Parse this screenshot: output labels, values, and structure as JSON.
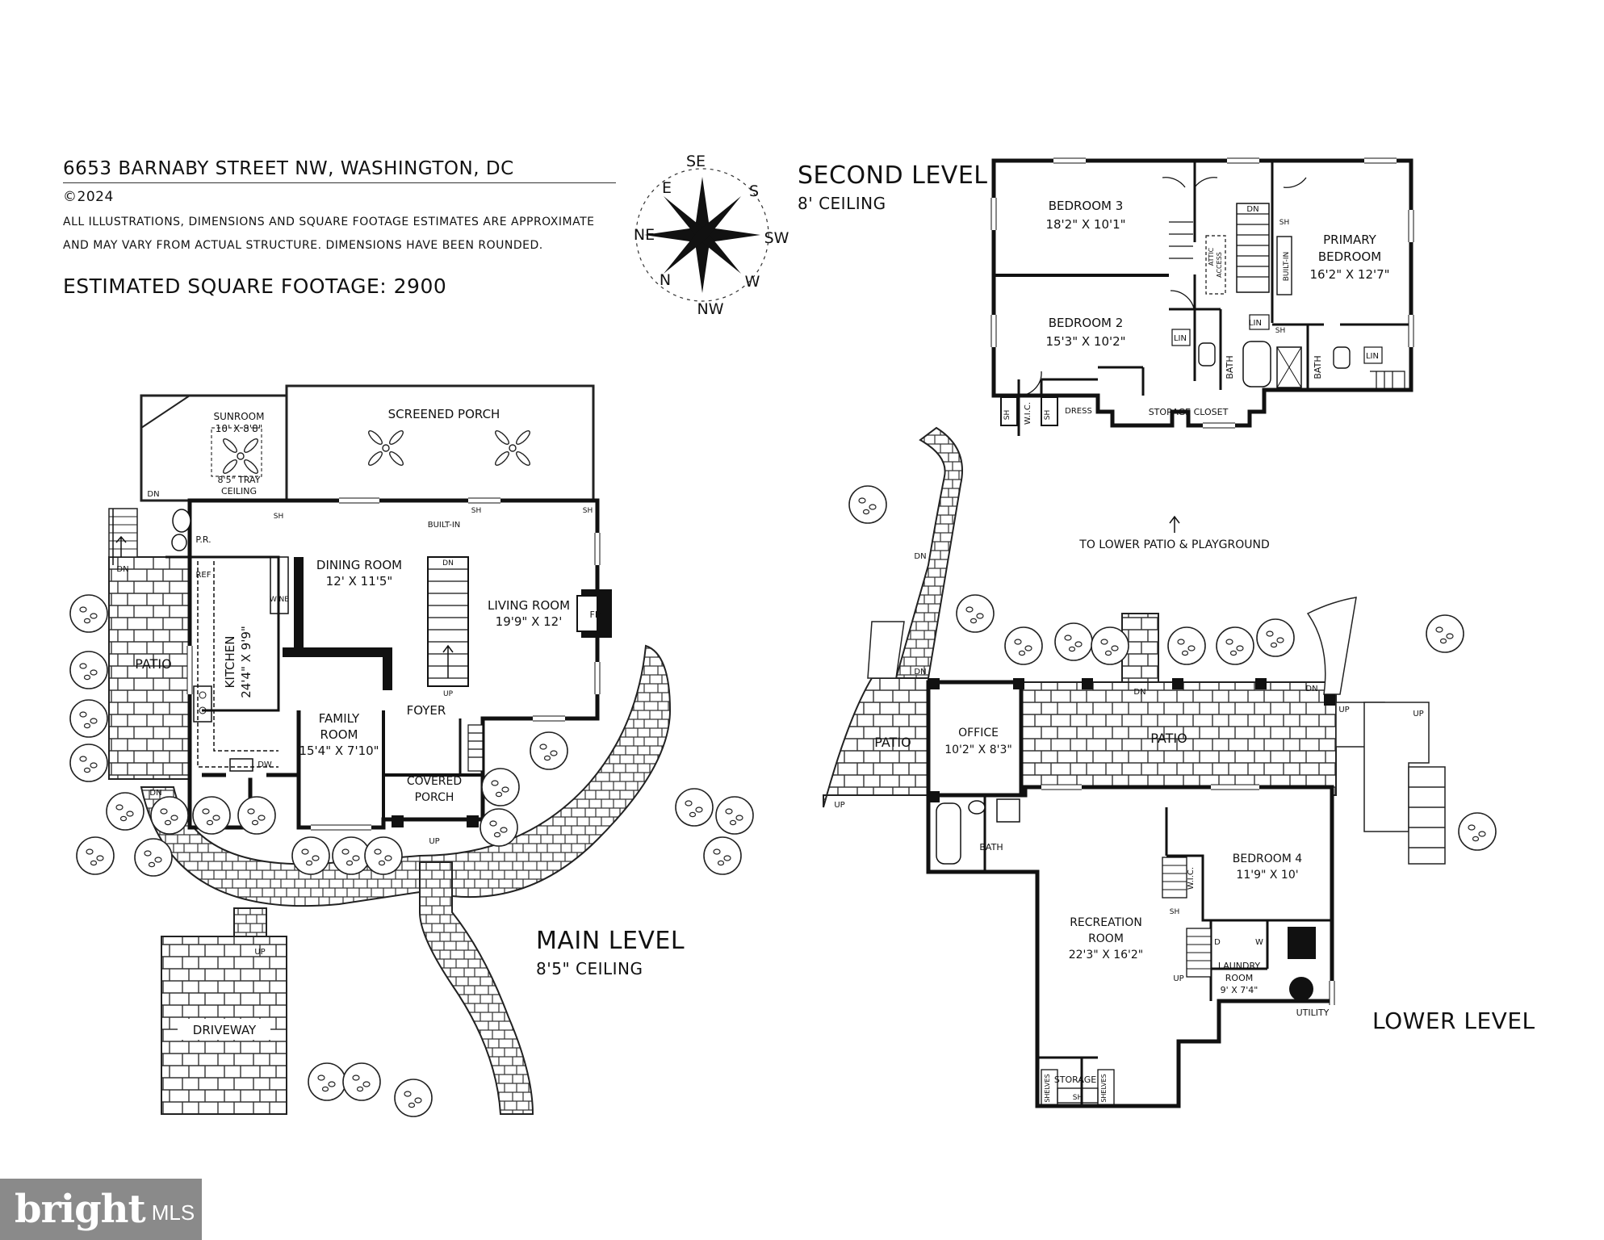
{
  "header": {
    "address": "6653 BARNABY STREET NW, WASHINGTON, DC",
    "copyright": "©2024",
    "disclaimer_line1": "ALL ILLUSTRATIONS, DIMENSIONS AND SQUARE FOOTAGE ESTIMATES ARE APPROXIMATE",
    "disclaimer_line2": "AND MAY VARY FROM ACTUAL STRUCTURE. DIMENSIONS HAVE BEEN ROUNDED.",
    "square_footage": "ESTIMATED SQUARE FOOTAGE: 2900"
  },
  "compass": {
    "se": "SE",
    "s": "S",
    "sw": "SW",
    "w": "W",
    "nw": "NW",
    "n": "N",
    "ne": "NE",
    "e": "E"
  },
  "levels": {
    "second": {
      "name": "SECOND LEVEL",
      "ceiling": "8' CEILING"
    },
    "main": {
      "name": "MAIN LEVEL",
      "ceiling": "8'5\" CEILING"
    },
    "lower": {
      "name": "LOWER LEVEL"
    }
  },
  "second_level": {
    "bedroom3_name": "BEDROOM 3",
    "bedroom3_dim": "18'2\" X 10'1\"",
    "bedroom2_name": "BEDROOM 2",
    "bedroom2_dim": "15'3\" X 10'2\"",
    "primary_name1": "PRIMARY",
    "primary_name2": "BEDROOM",
    "primary_dim": "16'2\" X 12'7\"",
    "attic1": "ATTIC",
    "attic2": "ACCESS",
    "built_in": "BUILT-IN",
    "dn": "DN",
    "sh": "SH",
    "lin": "LIN",
    "bath": "BATH",
    "wic": "W.I.C.",
    "dress": "DRESS",
    "storage_closet": "STORAGE CLOSET"
  },
  "main_level": {
    "sunroom_name": "SUNROOM",
    "sunroom_dim": "10' X 8'8\"",
    "tray1": "8'5\" TRAY",
    "tray2": "CEILING",
    "screened_porch": "SCREENED PORCH",
    "dining_name": "DINING ROOM",
    "dining_dim": "12' X 11'5\"",
    "living_name": "LIVING ROOM",
    "living_dim": "19'9\" X 12'",
    "kitchen_name": "KITCHEN",
    "kitchen_dim": "24'4\" X 9'9\"",
    "family_name1": "FAMILY",
    "family_name2": "ROOM",
    "family_dim": "15'4\" X 7'10\"",
    "foyer": "FOYER",
    "covered1": "COVERED",
    "covered2": "PORCH",
    "patio": "PATIO",
    "pr": "P.R.",
    "ref": "REF",
    "wine": "WINE",
    "dw": "DW",
    "fp": "FP",
    "built_in": "BUILT-IN",
    "sh": "SH",
    "dn": "DN",
    "up": "UP",
    "driveway": "DRIVEWAY"
  },
  "lower_level": {
    "to_patio": "TO LOWER PATIO & PLAYGROUND",
    "patio": "PATIO",
    "office_name": "OFFICE",
    "office_dim": "10'2\" X 8'3\"",
    "bath": "BATH",
    "bedroom4_name": "BEDROOM 4",
    "bedroom4_dim": "11'9\" X 10'",
    "rec_name1": "RECREATION",
    "rec_name2": "ROOM",
    "rec_dim": "22'3\" X 16'2\"",
    "laundry1": "LAUNDRY",
    "laundry2": "ROOM",
    "laundry_dim": "9' X 7'4\"",
    "utility": "UTILITY",
    "storage": "STORAGE",
    "shelves": "SHELVES",
    "wic": "W.I.C.",
    "sh": "SH",
    "dn": "DN",
    "up": "UP",
    "d": "D",
    "w": "W"
  },
  "logo": {
    "bright": "bright",
    "mls": "MLS"
  }
}
